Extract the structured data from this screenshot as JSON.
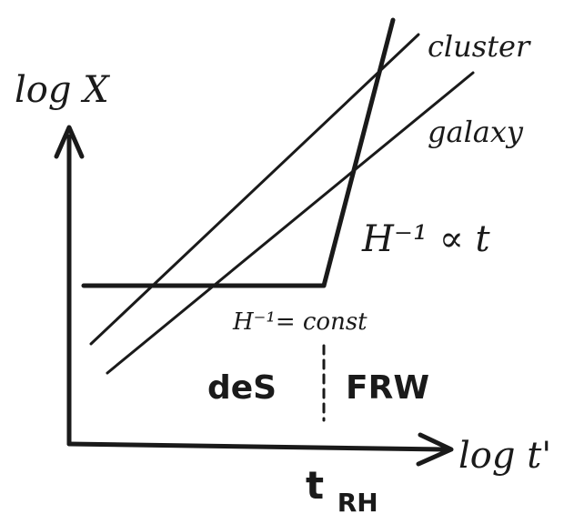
{
  "diagram": {
    "y_axis_label": "log X",
    "x_axis_label": "log t'",
    "line_labels": {
      "cluster": "cluster",
      "galaxy": "galaxy"
    },
    "horizon_labels": {
      "growing": "H⁻¹ ∝ t",
      "constant": "H⁻¹= const"
    },
    "region_labels": {
      "de_sitter": "deS",
      "frw": "FRW"
    },
    "transition_label": "t",
    "transition_subscript": "RH",
    "ink_color": "#1a1a1a"
  }
}
